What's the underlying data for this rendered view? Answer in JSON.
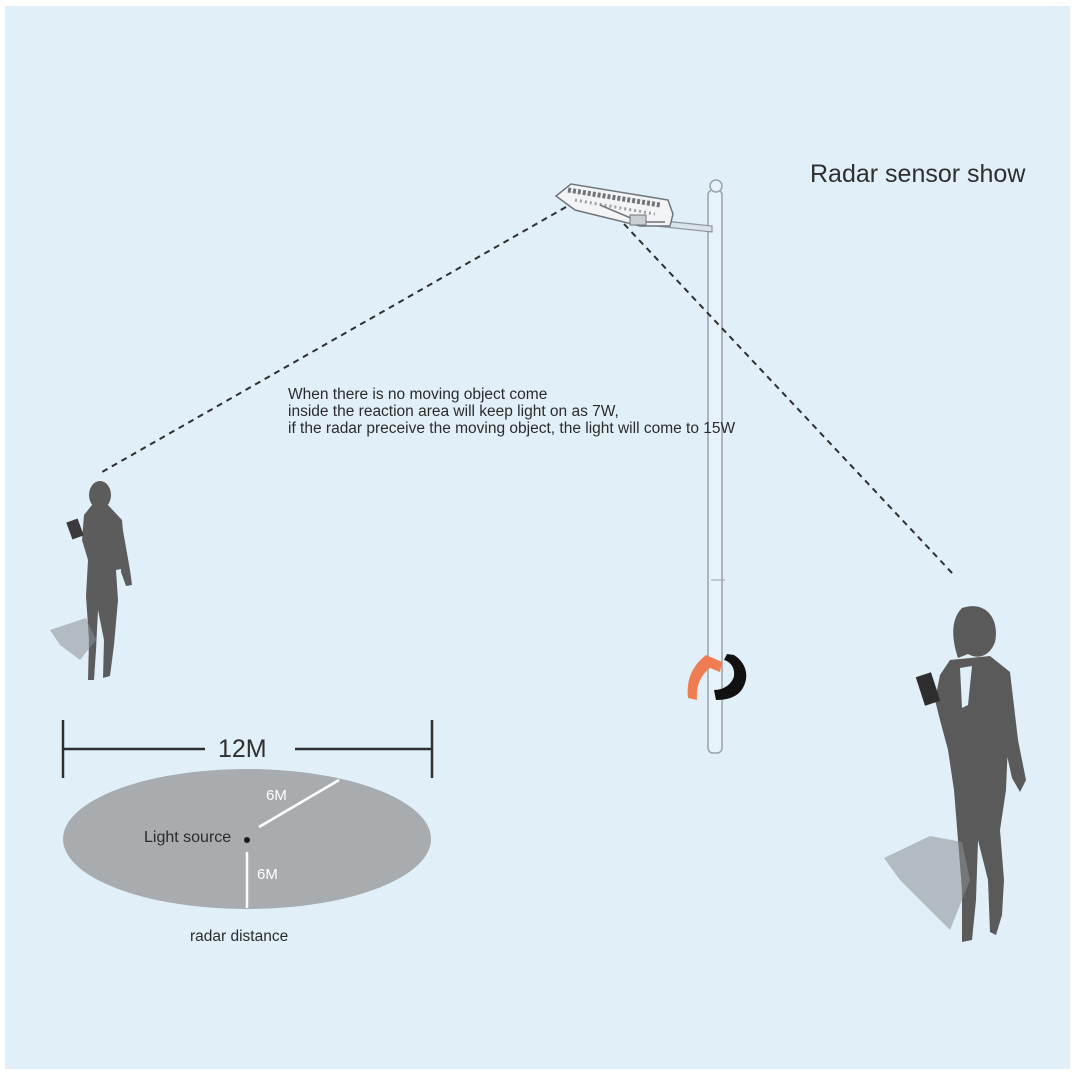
{
  "title": "Radar sensor show",
  "description": [
    "When there is no moving object come",
    "inside the reaction area will keep light on as 7W,",
    "if the radar preceive the moving object, the light will come to 15W"
  ],
  "range_diagram": {
    "diameter_label": "12M",
    "radius_label_1": "6M",
    "radius_label_2": "6M",
    "center_label": "Light source",
    "caption": "radar distance"
  },
  "colors": {
    "background": "#e1eff9",
    "figure": "#5a5a5a",
    "ellipse": "#a8acae",
    "logo_orange": "#f07c52",
    "logo_black": "#111111"
  },
  "icons": [
    "street-light-icon",
    "brand-logo-icon",
    "woman-with-phone-icon"
  ]
}
